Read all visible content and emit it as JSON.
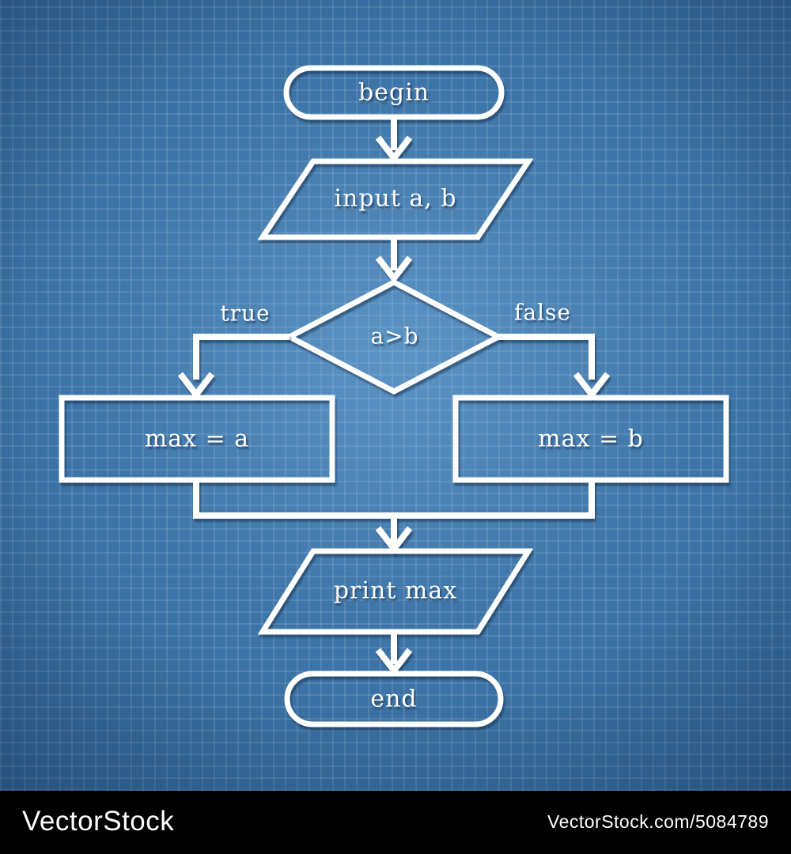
{
  "flowchart": {
    "title_semantic": "find maximum of a and b",
    "nodes": [
      {
        "id": "begin",
        "type": "terminator",
        "label": "begin"
      },
      {
        "id": "input",
        "type": "io",
        "label": "input a, b"
      },
      {
        "id": "decision",
        "type": "decision",
        "label": "a>b"
      },
      {
        "id": "max-a",
        "type": "process",
        "label": "max = a"
      },
      {
        "id": "max-b",
        "type": "process",
        "label": "max = b"
      },
      {
        "id": "print",
        "type": "io",
        "label": "print max"
      },
      {
        "id": "end",
        "type": "terminator",
        "label": "end"
      }
    ],
    "edges": [
      {
        "from": "begin",
        "to": "input",
        "label": ""
      },
      {
        "from": "input",
        "to": "decision",
        "label": ""
      },
      {
        "from": "decision",
        "to": "max-a",
        "label": "true"
      },
      {
        "from": "decision",
        "to": "max-b",
        "label": "false"
      },
      {
        "from": "max-a",
        "to": "print",
        "label": ""
      },
      {
        "from": "max-b",
        "to": "print",
        "label": ""
      },
      {
        "from": "print",
        "to": "end",
        "label": ""
      }
    ]
  },
  "watermark": {
    "brand": "VectorStock",
    "url_text": "VectorStock.com/5084789"
  },
  "colors": {
    "background_blue": "#3a71a4",
    "background_blue_light": "#477fb3",
    "background_blue_dark": "#2d5d92",
    "grid_line": "rgba(255,255,255,0.11)",
    "shape_stroke": "#ffffff",
    "shadow_navy": "#14324f",
    "watermark_bar": "#000000",
    "watermark_text": "#ffffff"
  }
}
